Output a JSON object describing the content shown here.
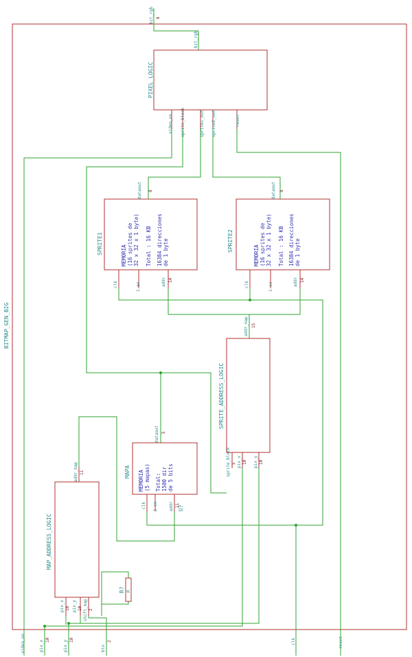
{
  "sheet_title": "BITMAP_GEN_BIG",
  "blocks": {
    "pixel_logic": {
      "title": "PIXEL_LOGIC",
      "ports": {
        "bit_rgb": "bit_rgb",
        "video_on": "video_on",
        "sprite_block": "sprite_block",
        "sprite1_out": "sprite1_out",
        "sprite2_out": "sprite2_out",
        "reset": "reset"
      },
      "bus": "8"
    },
    "sprite1": {
      "title": "SPRITE1",
      "lines": [
        "MEMORIA",
        "(16 sprites de",
        "32 x 32 x 1 byte)",
        "Total : 16 KB",
        "16384 direcciones",
        "de 1 byte"
      ],
      "ports": {
        "dataout": "dataout",
        "clk": "clk",
        "en": "1 en",
        "addr": "addr"
      },
      "bus_data": "8",
      "bus_addr": "14"
    },
    "sprite2": {
      "title": "SPRITE2",
      "lines": [
        "MEMORIA",
        "(16 sprites de",
        "32 x 32 x 1 byte)",
        "Total : 16 KB",
        "16384 direcciones",
        "de 1 byte"
      ],
      "ports": {
        "dataout": "dataout",
        "clk": "clk",
        "en": "1 en",
        "addr": "addr"
      },
      "bus_data": "8",
      "bus_addr": "14"
    },
    "sprite_address_logic": {
      "title": "SPRITE_ADDRESS_LOGIC",
      "ports": {
        "addr_map": "addr_map",
        "sprite_block": "sprite_block",
        "pix_x": "pix_x",
        "pix_y": "pix_y"
      },
      "bus_addr": "15",
      "bus_block": "5",
      "bus_x": "10",
      "bus_y": "10"
    },
    "mapa": {
      "title": "MAPA",
      "lines": [
        "MEMORIA",
        "(5 mapas)",
        "Total:",
        "1500 dir",
        "de 5 bits"
      ],
      "ports": {
        "dataout": "dataout",
        "clk": "clk",
        "en": "1 en",
        "addr": "addr"
      },
      "bus_data": "5",
      "bus_addr": "11",
      "unit": "U?"
    },
    "map_address_logic": {
      "title": "MAP_ADDRESS_LOGIC",
      "ports": {
        "addr_map": "addr_map",
        "pix_x": "pix_x",
        "pix_y": "pix_y",
        "shift_map": "shift_map"
      },
      "bus_addr": "11",
      "bus_x": "10",
      "bus_y": "10",
      "bus_shift": "2"
    },
    "resistor": {
      "ref": "R?",
      "value": "R"
    }
  },
  "connectors": {
    "top": {
      "label": "bit_rgb",
      "bus": "8"
    },
    "bottom": [
      {
        "label": "video_on",
        "bus": ""
      },
      {
        "label": "pix_x",
        "bus": "10"
      },
      {
        "label": "pix_y",
        "bus": "10"
      },
      {
        "label": "btn",
        "bus": "2"
      },
      {
        "label": "clk",
        "bus": ""
      },
      {
        "label": "reset",
        "bus": ""
      }
    ]
  }
}
